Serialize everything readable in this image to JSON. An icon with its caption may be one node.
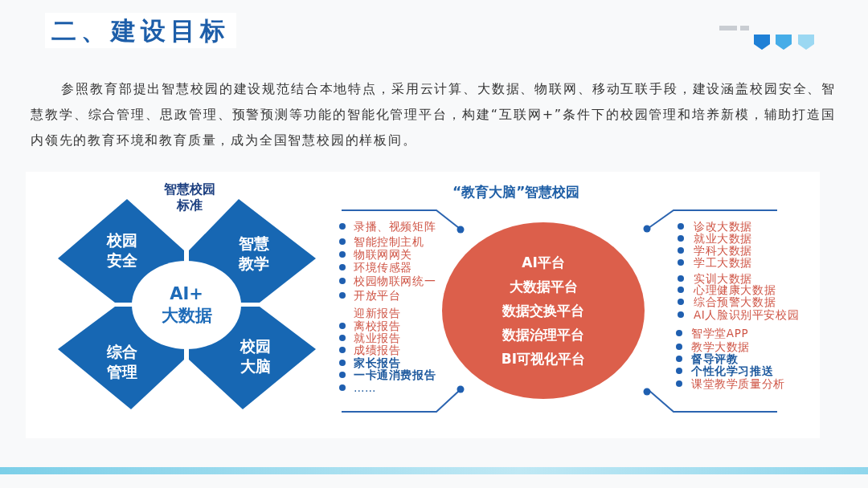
{
  "diagram": {
    "title": "二、建设目标",
    "nodes": [
      {
        "text": [
          "校园安全"
        ]
      },
      {
        "text": [
          "智慧教学"
        ]
      },
      {
        "text": [
          "综合管理"
        ]
      },
      {
        "text": [
          "校园大脑"
        ]
      },
      {
        "text": [
          "AI+大数据"
        ]
      },
      {
        "text": [
          "AI平台",
          "大数据平台",
          "数据交换平台",
          "数据治理平台",
          "BI可视化平台"
        ]
      }
    ],
    "labels": [
      "参照教育部提出智慧校园的建设规范结合本地特点，采用云计算、大数据、物联网、移动互联手段，建设涵盖校园安全、智慧教学、综合管理、思政管理、预警预测等功能的智能化管理平台，构建“互联网+”条件下的校园管理和培养新模，辅助打造国内领先的教育环境和教育质量，成为全国智慧校园的样板间。",
      "智慧校园标准",
      "“教育大脑”智慧校园",
      "录播、视频矩阵",
      "智能控制主机",
      "物联网网关",
      "环境传感器",
      "校园物联网统一",
      "开放平台",
      "迎新报告",
      "离校报告",
      "就业报告",
      "成绩报告",
      "家长报告",
      "一卡通消费报告",
      "……",
      "诊改大数据",
      "就业大数据",
      "学科大数据",
      "学工大数据",
      "实训大数据",
      "心理健康大数据",
      "综合预警大数据",
      "AI人脸识别平安校园",
      "智学堂APP",
      "教学大数据",
      "督导评教",
      "个性化学习推送",
      "课堂教学质量分析"
    ]
  }
}
